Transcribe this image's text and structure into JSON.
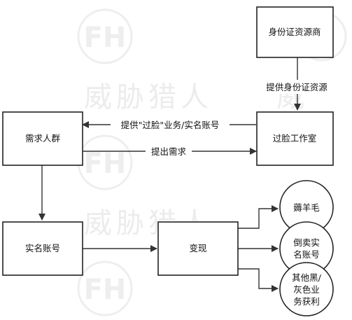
{
  "watermark": {
    "text": "威胁猎人",
    "logo_glyph": "FH"
  },
  "nodes": {
    "id_source": "身份证资源商",
    "studio": "过脸工作室",
    "demand": "需求人群",
    "realname": "实名账号",
    "monetize": "变现",
    "wool": "薅羊毛",
    "resell": [
      "倒卖实",
      "名账号"
    ],
    "other": [
      "其他黑/",
      "灰色业",
      "务获利"
    ]
  },
  "edges": {
    "supply": "提供身份证资源",
    "provide_service": "提供\"过脸\"业务/实名账号",
    "raise_demand": "提出需求"
  },
  "colors": {
    "line": "#333333",
    "border": "#222222",
    "watermark": "#eeeeee"
  }
}
